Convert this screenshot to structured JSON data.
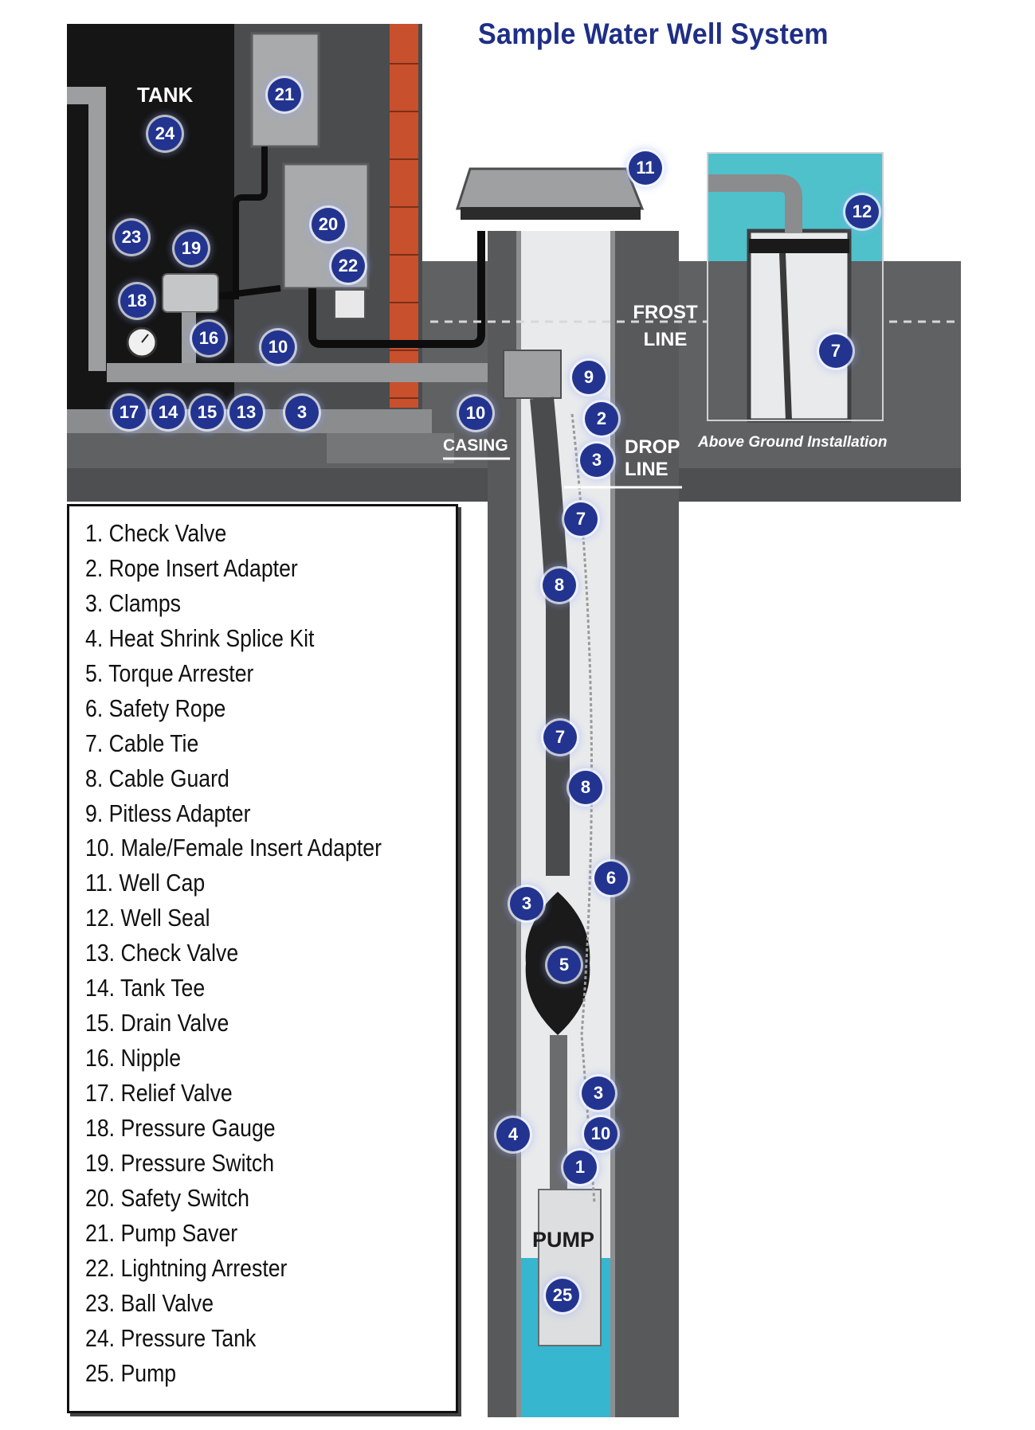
{
  "title": "Sample Water Well System",
  "labels": {
    "tank": "TANK",
    "frost_line": "FROST LINE",
    "drop_line": "DROP LINE",
    "casing": "CASING",
    "pump": "PUMP",
    "above_ground": "Above Ground Installation"
  },
  "legend": [
    "1. Check Valve",
    "2. Rope Insert Adapter",
    "3. Clamps",
    "4. Heat Shrink Splice Kit",
    "5. Torque Arrester",
    "6. Safety Rope",
    "7. Cable Tie",
    "8. Cable Guard",
    "9. Pitless Adapter",
    "10. Male/Female Insert Adapter",
    "11. Well Cap",
    "12. Well Seal",
    "13. Check Valve",
    "14. Tank Tee",
    "15. Drain Valve",
    "16. Nipple",
    "17. Relief Valve",
    "18. Pressure Gauge",
    "19. Pressure Switch",
    "20. Safety Switch",
    "21. Pump Saver",
    "22. Lightning Arrester",
    "23. Ball Valve",
    "24. Pressure Tank",
    "25. Pump"
  ],
  "markers": [
    "24",
    "21",
    "20",
    "22",
    "23",
    "19",
    "18",
    "16",
    "10",
    "17",
    "14",
    "15",
    "13",
    "3",
    "10",
    "11",
    "12",
    "9",
    "2",
    "3",
    "7",
    "7",
    "8",
    "7",
    "8",
    "6",
    "3",
    "5",
    "3",
    "10",
    "4",
    "1",
    "25"
  ],
  "colors": {
    "title": "#1f2f86",
    "marker": "#22348f",
    "ground": "#5f6163",
    "building": "#161616",
    "wall": "#c8502c",
    "water": "#37b6cf",
    "teal": "#4fc1cb"
  },
  "icons": [
    "pressure-gauge-icon",
    "pump-icon",
    "well-cap-icon"
  ]
}
